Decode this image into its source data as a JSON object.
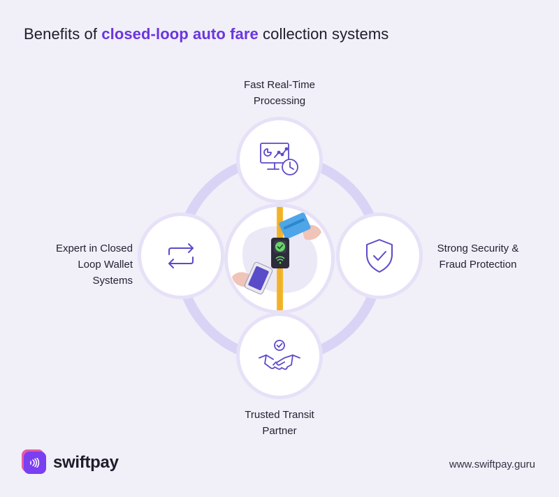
{
  "title": {
    "prefix": "Benefits of ",
    "highlight": "closed-loop auto fare",
    "suffix": " collection systems"
  },
  "benefits": {
    "top": {
      "line1": "Fast Real-Time",
      "line2": "Processing",
      "icon": "analytics-clock-icon"
    },
    "right": {
      "line1": "Strong Security &",
      "line2": "Fraud Protection",
      "icon": "shield-check-icon"
    },
    "bottom": {
      "line1": "Trusted Transit",
      "line2": "Partner",
      "icon": "handshake-icon"
    },
    "left": {
      "line1": "Expert in Closed",
      "line2": "Loop Wallet",
      "line3": "Systems",
      "icon": "exchange-arrows-icon"
    }
  },
  "center_illustration": "fare-validator-tap-icon",
  "brand": {
    "name": "swiftpay",
    "url": "www.swiftpay.guru"
  },
  "colors": {
    "accent": "#6a35e0",
    "ring": "#d9d3f5",
    "background": "#f1eff8",
    "pole": "#f5b82e"
  }
}
